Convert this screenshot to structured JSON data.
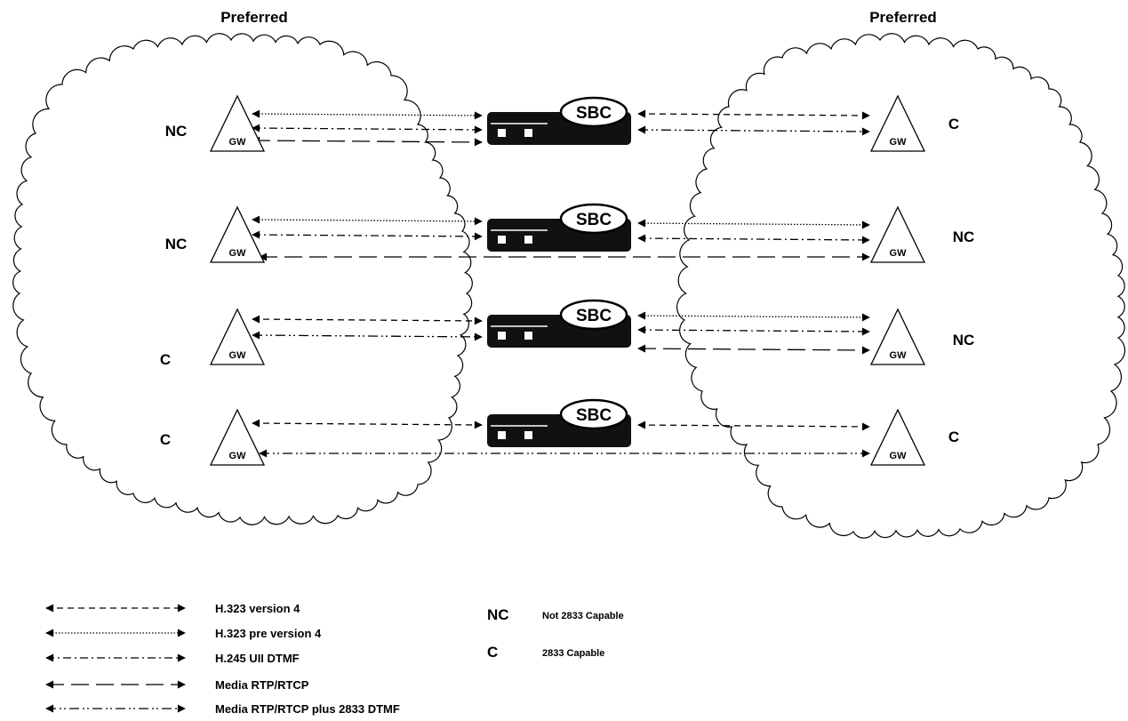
{
  "titles": {
    "left": "Preferred",
    "right": "Preferred"
  },
  "sbc_label": "SBC",
  "gateway_label": "GW",
  "rows": [
    {
      "left_cap": "NC",
      "right_cap": "C"
    },
    {
      "left_cap": "NC",
      "right_cap": "NC"
    },
    {
      "left_cap": "C",
      "right_cap": "NC"
    },
    {
      "left_cap": "C",
      "right_cap": "C"
    }
  ],
  "connections": [
    {
      "row": 0,
      "side": "left",
      "protocol": "pre_v4"
    },
    {
      "row": 0,
      "side": "left",
      "protocol": "uii"
    },
    {
      "row": 0,
      "side": "left",
      "protocol": "media"
    },
    {
      "row": 0,
      "side": "right",
      "protocol": "v4"
    },
    {
      "row": 0,
      "side": "right",
      "protocol": "media2833"
    },
    {
      "row": 1,
      "side": "left",
      "protocol": "pre_v4"
    },
    {
      "row": 1,
      "side": "left",
      "protocol": "uii"
    },
    {
      "row": 1,
      "side": "right",
      "protocol": "pre_v4"
    },
    {
      "row": 1,
      "side": "right",
      "protocol": "uii"
    },
    {
      "row": 1,
      "side": "through",
      "protocol": "media"
    },
    {
      "row": 2,
      "side": "left",
      "protocol": "v4"
    },
    {
      "row": 2,
      "side": "left",
      "protocol": "media2833"
    },
    {
      "row": 2,
      "side": "right",
      "protocol": "pre_v4"
    },
    {
      "row": 2,
      "side": "right",
      "protocol": "uii"
    },
    {
      "row": 2,
      "side": "right",
      "protocol": "media"
    },
    {
      "row": 3,
      "side": "left",
      "protocol": "v4"
    },
    {
      "row": 3,
      "side": "right",
      "protocol": "v4"
    },
    {
      "row": 3,
      "side": "through",
      "protocol": "media2833"
    }
  ],
  "legend": {
    "lines": [
      {
        "key": "v4",
        "dash": "dashed",
        "text": "H.323 version 4"
      },
      {
        "key": "pre_v4",
        "dash": "dotted",
        "text": "H.323 pre version 4"
      },
      {
        "key": "uii",
        "dash": "dash-dot",
        "text": "H.245 UII DTMF"
      },
      {
        "key": "media",
        "dash": "long-dash",
        "text": "Media RTP/RTCP"
      },
      {
        "key": "media2833",
        "dash": "dash-dot-dot",
        "text": "Media RTP/RTCP plus 2833 DTMF"
      }
    ],
    "capabilities": [
      {
        "code": "NC",
        "text": "Not 2833 Capable"
      },
      {
        "code": "C",
        "text": "2833 Capable"
      }
    ]
  }
}
